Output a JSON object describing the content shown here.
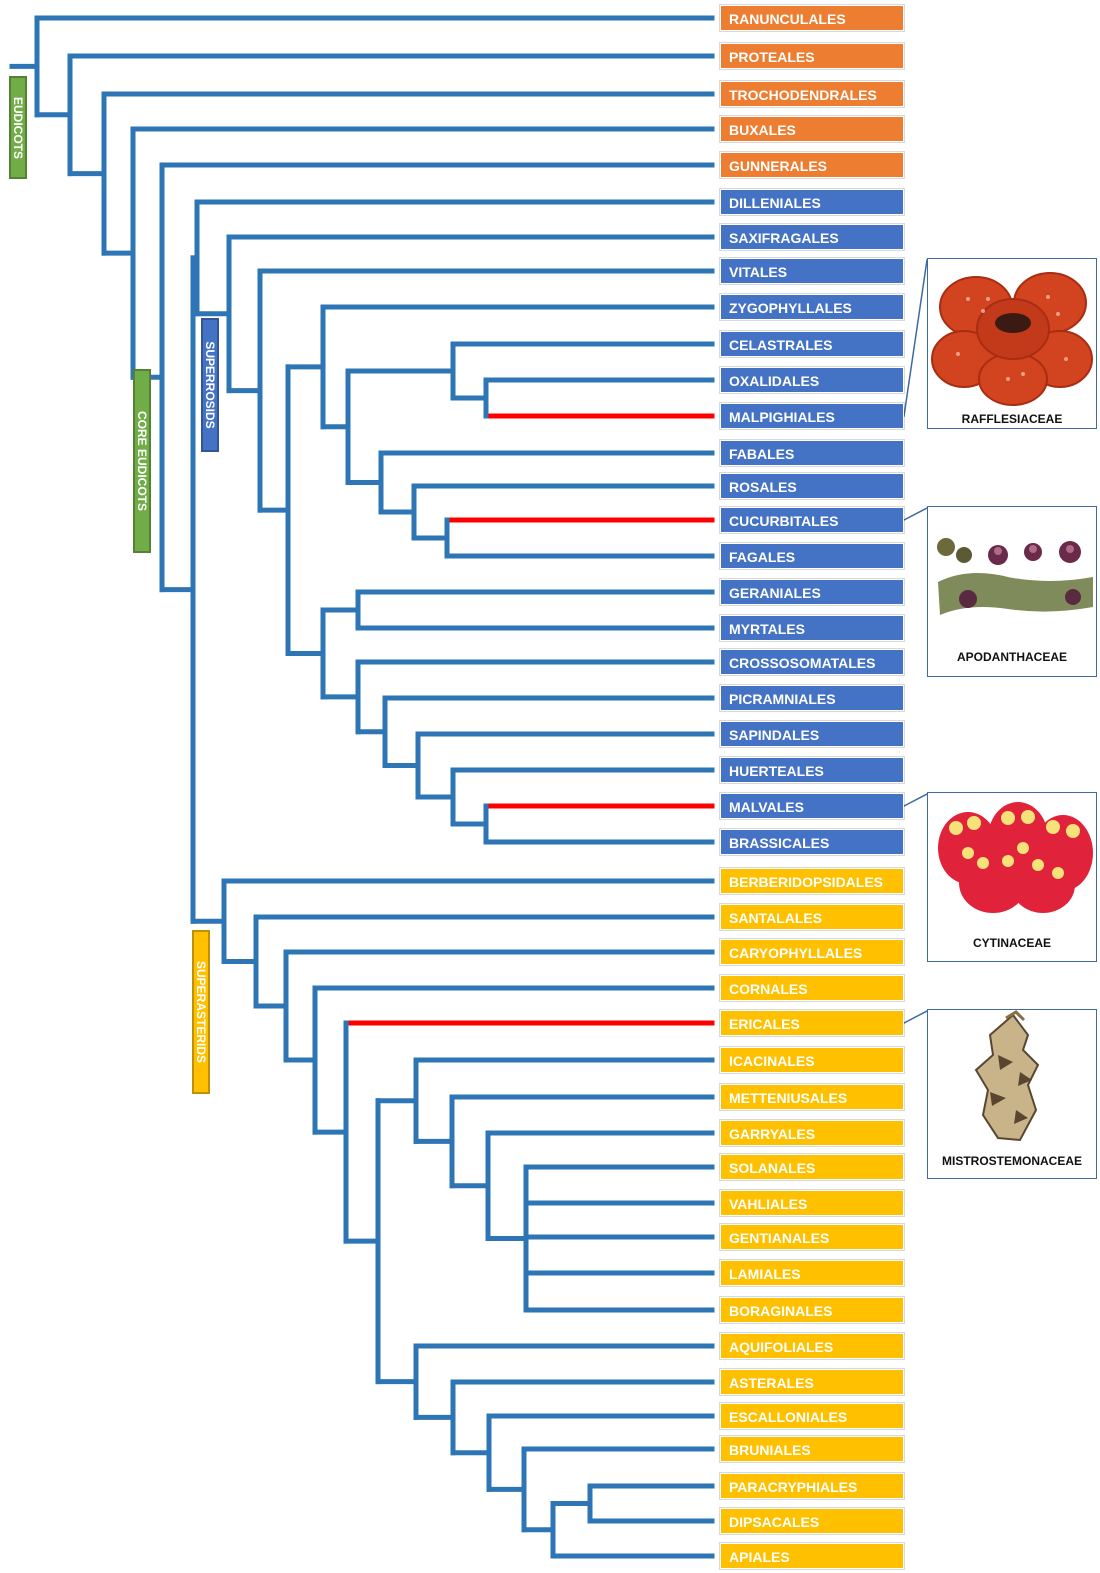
{
  "colors": {
    "eudicots": "#ed7d31",
    "superrosids": "#4472c4",
    "superasterids": "#ffc000",
    "branch": "#2e75b6",
    "highlight": "#ff0000",
    "clade_label": "#70ad47"
  },
  "taxa": [
    {
      "label": "RANUNCULALES",
      "group": "eudicots"
    },
    {
      "label": "PROTEALES",
      "group": "eudicots"
    },
    {
      "label": "TROCHODENDRALES",
      "group": "eudicots"
    },
    {
      "label": "BUXALES",
      "group": "eudicots"
    },
    {
      "label": "GUNNERALES",
      "group": "eudicots"
    },
    {
      "label": "DILLENIALES",
      "group": "superrosids"
    },
    {
      "label": "SAXIFRAGALES",
      "group": "superrosids"
    },
    {
      "label": "VITALES",
      "group": "superrosids"
    },
    {
      "label": "ZYGOPHYLLALES",
      "group": "superrosids"
    },
    {
      "label": "CELASTRALES",
      "group": "superrosids"
    },
    {
      "label": "OXALIDALES",
      "group": "superrosids"
    },
    {
      "label": "MALPIGHIALES",
      "group": "superrosids"
    },
    {
      "label": "FABALES",
      "group": "superrosids"
    },
    {
      "label": "ROSALES",
      "group": "superrosids"
    },
    {
      "label": "CUCURBITALES",
      "group": "superrosids"
    },
    {
      "label": "FAGALES",
      "group": "superrosids"
    },
    {
      "label": "GERANIALES",
      "group": "superrosids"
    },
    {
      "label": "MYRTALES",
      "group": "superrosids"
    },
    {
      "label": "CROSSOSOMATALES",
      "group": "superrosids"
    },
    {
      "label": "PICRAMNIALES",
      "group": "superrosids"
    },
    {
      "label": "SAPINDALES",
      "group": "superrosids"
    },
    {
      "label": "HUERTEALES",
      "group": "superrosids"
    },
    {
      "label": "MALVALES",
      "group": "superrosids"
    },
    {
      "label": "BRASSICALES",
      "group": "superrosids"
    },
    {
      "label": "BERBERIDOPSIDALES",
      "group": "superasterids"
    },
    {
      "label": "SANTALALES",
      "group": "superasterids"
    },
    {
      "label": "CARYOPHYLLALES",
      "group": "superasterids"
    },
    {
      "label": "CORNALES",
      "group": "superasterids"
    },
    {
      "label": "ERICALES",
      "group": "superasterids"
    },
    {
      "label": "ICACINALES",
      "group": "superasterids"
    },
    {
      "label": "METTENIUSALES",
      "group": "superasterids"
    },
    {
      "label": "GARRYALES",
      "group": "superasterids"
    },
    {
      "label": "SOLANALES",
      "group": "superasterids"
    },
    {
      "label": "VAHLIALES",
      "group": "superasterids"
    },
    {
      "label": "GENTIANALES",
      "group": "superasterids"
    },
    {
      "label": "LAMIALES",
      "group": "superasterids"
    },
    {
      "label": "BORAGINALES",
      "group": "superasterids"
    },
    {
      "label": "AQUIFOLIALES",
      "group": "superasterids"
    },
    {
      "label": "ASTERALES",
      "group": "superasterids"
    },
    {
      "label": "ESCALLONIALES",
      "group": "superasterids"
    },
    {
      "label": "BRUNIALES",
      "group": "superasterids"
    },
    {
      "label": "PARACRYPHIALES",
      "group": "superasterids"
    },
    {
      "label": "DIPSACALES",
      "group": "superasterids"
    },
    {
      "label": "APIALES",
      "group": "superasterids"
    }
  ],
  "highlighted_taxa": [
    "MALPIGHIALES",
    "CUCURBITALES",
    "MALVALES",
    "ERICALES"
  ],
  "clade_labels": {
    "eudicots": "EUDICOTS",
    "core_eudicots": "CORE EUDICOTS",
    "superrosids": "SUPERROSIDS",
    "superasterids": "SUPERASTERIDS"
  },
  "families": [
    {
      "name": "RAFFLESIACEAE",
      "linked_order": "MALPIGHIALES",
      "image": "red five-lobed spotted flower"
    },
    {
      "name": "APODANTHACEAE",
      "linked_order": "CUCURBITALES",
      "image": "small purple flowers on a branch"
    },
    {
      "name": "CYTINACEAE",
      "linked_order": "MALVALES",
      "image": "red and yellow flower cluster"
    },
    {
      "name": "MISTROSTEMONACEAE",
      "linked_order": "ERICALES",
      "image": "brown scaly flower spike"
    }
  ]
}
